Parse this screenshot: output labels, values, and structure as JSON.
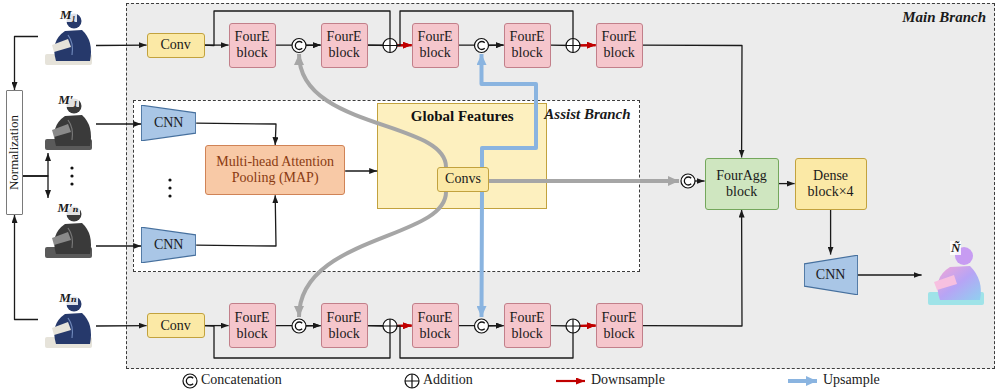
{
  "diagram": {
    "nodes": [
      {
        "text": [
          "Main Branch"
        ]
      },
      {
        "text": [
          "Normalization"
        ]
      },
      {
        "text": [
          "M₁"
        ]
      },
      {
        "text": [
          "M′₁"
        ]
      },
      {
        "text": [
          "M′ₙ"
        ]
      },
      {
        "text": [
          "Mₙ"
        ]
      },
      {
        "text": [
          "Conv"
        ],
        "in": 0
      },
      {
        "text": [
          "FourE block"
        ],
        "in": 0
      },
      {
        "text": [
          "FourE block"
        ],
        "in": 0
      },
      {
        "text": [
          "FourE block"
        ],
        "in": 0
      },
      {
        "text": [
          "FourE block"
        ],
        "in": 0
      },
      {
        "text": [
          "FourE block"
        ],
        "in": 0
      },
      {
        "text": [
          "Assist Branch"
        ],
        "in": 0
      },
      {
        "text": [
          "CNN"
        ],
        "in": 12
      },
      {
        "text": [
          "CNN"
        ],
        "in": 12
      },
      {
        "text": [
          "Multi-head Attention Pooling (MAP)"
        ],
        "in": 12
      },
      {
        "text": [
          "Global Features"
        ],
        "in": 12
      },
      {
        "text": [
          "Convs"
        ],
        "in": 16
      },
      {
        "text": [
          "Conv"
        ],
        "in": 0
      },
      {
        "text": [
          "FourE block"
        ],
        "in": 0
      },
      {
        "text": [
          "FourE block"
        ],
        "in": 0
      },
      {
        "text": [
          "FourE block"
        ],
        "in": 0
      },
      {
        "text": [
          "FourE block"
        ],
        "in": 0
      },
      {
        "text": [
          "FourE block"
        ],
        "in": 0
      },
      {
        "text": [
          "FourAgg block"
        ],
        "in": 0
      },
      {
        "text": [
          "Dense block×4"
        ],
        "in": 0
      },
      {
        "text": [
          "CNN"
        ],
        "in": 0
      },
      {
        "text": [
          "Ñ"
        ],
        "in": 0
      }
    ],
    "edges": [
      {
        "from": 2,
        "to": 1,
        "arrow": "to"
      },
      {
        "from": 5,
        "to": 1,
        "arrow": "to"
      },
      {
        "from": 1,
        "to": 3,
        "arrow": "to"
      },
      {
        "from": 1,
        "to": 4,
        "arrow": "to"
      },
      {
        "from": 2,
        "to": 6,
        "arrow": "to"
      },
      {
        "from": 5,
        "to": 18,
        "arrow": "to"
      },
      {
        "from": 3,
        "to": 13,
        "arrow": "to"
      },
      {
        "from": 4,
        "to": 14,
        "arrow": "to"
      },
      {
        "from": 13,
        "to": 15,
        "arrow": "to"
      },
      {
        "from": 14,
        "to": 15,
        "arrow": "to"
      },
      {
        "from": 15,
        "to": 16,
        "arrow": "to"
      },
      {
        "from": 6,
        "to": 7,
        "arrow": "to"
      },
      {
        "from": 7,
        "to": 8,
        "arrow": "to"
      },
      {
        "from": 8,
        "to": 9,
        "arrow": "to"
      },
      {
        "from": 9,
        "to": 10,
        "arrow": "to"
      },
      {
        "from": 10,
        "to": 11,
        "arrow": "to"
      },
      {
        "from": 6,
        "to": 9,
        "arrow": "to"
      },
      {
        "from": 8,
        "to": 11,
        "arrow": "to"
      },
      {
        "from": 17,
        "to": 8,
        "arrow": "to"
      },
      {
        "from": 17,
        "to": 10,
        "arrow": "to"
      },
      {
        "from": 18,
        "to": 19,
        "arrow": "to"
      },
      {
        "from": 19,
        "to": 20,
        "arrow": "to"
      },
      {
        "from": 20,
        "to": 21,
        "arrow": "to"
      },
      {
        "from": 21,
        "to": 22,
        "arrow": "to"
      },
      {
        "from": 22,
        "to": 23,
        "arrow": "to"
      },
      {
        "from": 18,
        "to": 21,
        "arrow": "to"
      },
      {
        "from": 20,
        "to": 23,
        "arrow": "to"
      },
      {
        "from": 17,
        "to": 20,
        "arrow": "to"
      },
      {
        "from": 17,
        "to": 22,
        "arrow": "to"
      },
      {
        "from": 17,
        "to": 24,
        "arrow": "to"
      },
      {
        "from": 11,
        "to": 24,
        "arrow": "to"
      },
      {
        "from": 23,
        "to": 24,
        "arrow": "to"
      },
      {
        "from": 24,
        "to": 25,
        "arrow": "to"
      },
      {
        "from": 25,
        "to": 26,
        "arrow": "to"
      },
      {
        "from": 26,
        "to": 27,
        "arrow": "to"
      }
    ],
    "legend": [
      {
        "text": "Concatenation"
      },
      {
        "text": "Addition"
      },
      {
        "text": "Downsample"
      },
      {
        "text": "Upsample"
      }
    ]
  }
}
